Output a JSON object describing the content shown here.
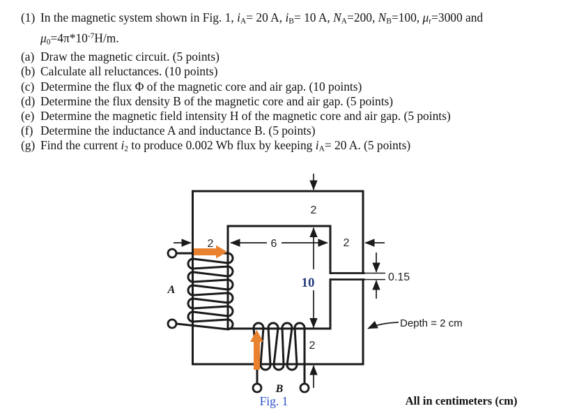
{
  "problem": {
    "items": [
      {
        "id": "1",
        "marker": "(1)",
        "lines": [
          [
            {
              "t": "In the magnetic system shown in Fig. 1, "
            },
            {
              "t": "i",
              "s": "i"
            },
            {
              "t": "A",
              "s": "sub"
            },
            {
              "t": "= 20 A, "
            },
            {
              "t": "i",
              "s": "i"
            },
            {
              "t": "B",
              "s": "sub"
            },
            {
              "t": "= 10 A, "
            },
            {
              "t": "N",
              "s": "i"
            },
            {
              "t": "A",
              "s": "sub"
            },
            {
              "t": "=200, "
            },
            {
              "t": "N",
              "s": "i"
            },
            {
              "t": "B",
              "s": "sub"
            },
            {
              "t": "=100, "
            },
            {
              "t": "μ",
              "s": "i"
            },
            {
              "t": "r",
              "s": "sub"
            },
            {
              "t": "=3000 and"
            }
          ],
          [
            {
              "t": "μ",
              "s": "i"
            },
            {
              "t": "0",
              "s": "sub"
            },
            {
              "t": "=4π*10"
            },
            {
              "t": "-7",
              "s": "sup"
            },
            {
              "t": "H/m."
            }
          ]
        ]
      },
      {
        "id": "a",
        "marker": "(a)",
        "lines": [
          [
            {
              "t": "Draw the magnetic circuit. (5 points)"
            }
          ]
        ]
      },
      {
        "id": "b",
        "marker": "(b)",
        "lines": [
          [
            {
              "t": "Calculate all reluctances. (10 points)"
            }
          ]
        ]
      },
      {
        "id": "c",
        "marker": "(c)",
        "lines": [
          [
            {
              "t": "Determine the flux Φ of the magnetic core and air gap. (10 points)"
            }
          ]
        ]
      },
      {
        "id": "d",
        "marker": "(d)",
        "lines": [
          [
            {
              "t": "Determine the flux density B of the magnetic core and air gap. (5 points)"
            }
          ]
        ]
      },
      {
        "id": "e",
        "marker": "(e)",
        "lines": [
          [
            {
              "t": "Determine the magnetic field intensity H of the magnetic core and air gap. (5 points)"
            }
          ]
        ]
      },
      {
        "id": "f",
        "marker": "(f)",
        "lines": [
          [
            {
              "t": "Determine the inductance A and inductance B. (5 points)"
            }
          ]
        ]
      },
      {
        "id": "g",
        "marker": "(g)",
        "lines": [
          [
            {
              "t": "Find the current "
            },
            {
              "t": "i",
              "s": "i"
            },
            {
              "t": "2",
              "s": "sub"
            },
            {
              "t": " to produce 0.002 Wb flux by keeping "
            },
            {
              "t": "i",
              "s": "i"
            },
            {
              "t": "A",
              "s": "sub"
            },
            {
              "t": "= 20 A. (5 points)"
            }
          ]
        ]
      }
    ]
  },
  "figure": {
    "dims": {
      "top_thickness": "2",
      "left_thickness": "2",
      "window_width": "6",
      "right_thickness": "2",
      "window_height": "10",
      "air_gap": "0.15",
      "bottom_thickness": "2"
    },
    "depth_label": "Depth = 2 cm",
    "coil_a_label": "A",
    "coil_b_label": "B",
    "caption": "Fig. 1",
    "units_note": "All in centimeters (cm)",
    "colors": {
      "ink": "#1a1a1a",
      "arrow": "#e8822f",
      "dim10": "#253d7d",
      "caption": "#2b52c9"
    }
  }
}
